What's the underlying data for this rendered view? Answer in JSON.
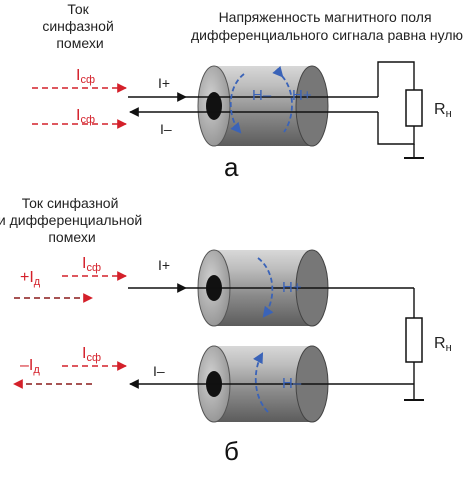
{
  "panel_a": {
    "caption_left": [
      "Ток",
      "синфазной",
      "помехи"
    ],
    "caption_right": [
      "Напряженность магнитного поля",
      "дифференциального сигнала равна нулю"
    ],
    "common_current": {
      "main": "I",
      "sub": "сф"
    },
    "wire_top": "I+",
    "wire_bottom": "I–",
    "field_neg": "H–",
    "field_pos": "H+",
    "resistor": {
      "main": "R",
      "sub": "н"
    },
    "letter": "а"
  },
  "panel_b": {
    "caption": [
      "Ток синфазной",
      "и дифференциальной",
      "помехи"
    ],
    "common_current": {
      "main": "I",
      "sub": "сф"
    },
    "diff_top": {
      "main": "+I",
      "sub": "д"
    },
    "diff_bottom": {
      "main": "–I",
      "sub": "д"
    },
    "wire_top": "I+",
    "wire_bottom": "I–",
    "field_top": "H+",
    "field_bottom": "H–",
    "resistor": {
      "main": "R",
      "sub": "н"
    },
    "letter": "б"
  },
  "colors": {
    "red": "#d4202a",
    "blue": "#3a63b8",
    "wire": "#111111",
    "core": "#8e8e8e"
  }
}
